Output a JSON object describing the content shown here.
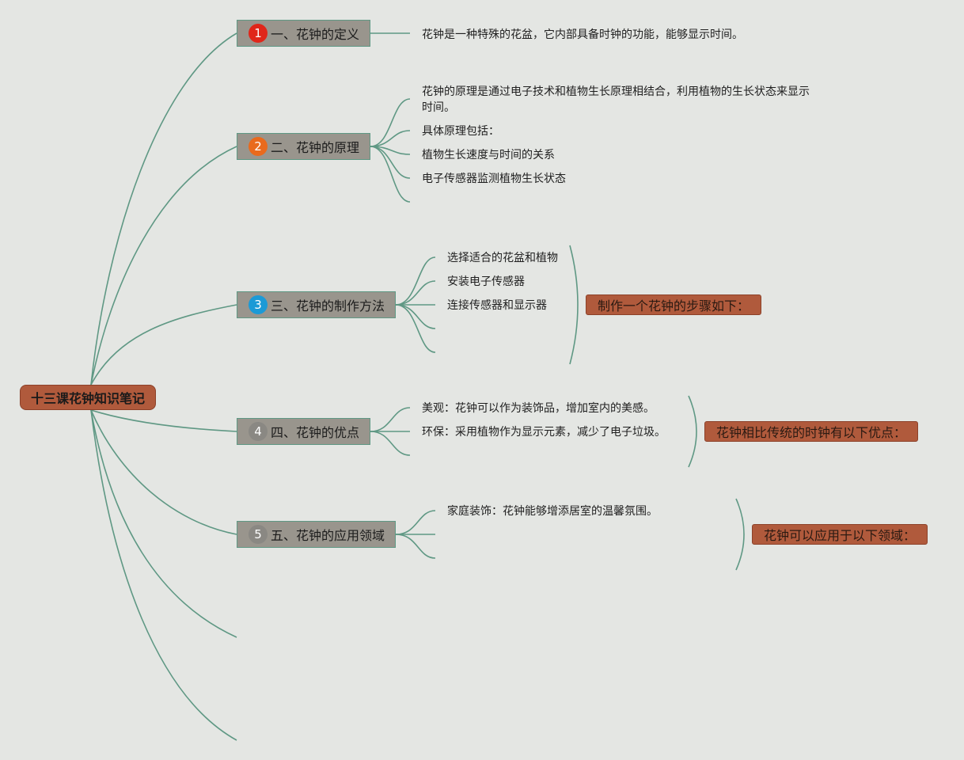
{
  "root": {
    "label": "十三课花钟知识笔记"
  },
  "topics": [
    {
      "number": "1",
      "number_color": "#e0261a",
      "label": "一、花钟的定义",
      "leaves": [
        "花钟是一种特殊的花盆，它内部具备时钟的功能，能够显示时间。"
      ]
    },
    {
      "number": "2",
      "number_color": "#e96a1d",
      "label": "二、花钟的原理",
      "leaves": [
        "花钟的原理是通过电子技术和植物生长原理相结合，利用植物的生长状态来显示",
        "时间。",
        "具体原理包括：",
        "植物生长速度与时间的关系",
        "电子传感器监测植物生长状态"
      ]
    },
    {
      "number": "3",
      "number_color": "#1c9ad6",
      "label": "三、花钟的制作方法",
      "leaves": [
        "选择适合的花盆和植物",
        "安装电子传感器",
        "连接传感器和显示器"
      ],
      "summary": "制作一个花钟的步骤如下："
    },
    {
      "number": "4",
      "number_color": "#8a8883",
      "label": "四、花钟的优点",
      "leaves": [
        "美观：花钟可以作为装饰品，增加室内的美感。",
        "环保：采用植物作为显示元素，减少了电子垃圾。"
      ],
      "summary": "花钟相比传统的时钟有以下优点："
    },
    {
      "number": "5",
      "number_color": "#8a8883",
      "label": "五、花钟的应用领域",
      "leaves": [
        "家庭装饰：花钟能够增添居室的温馨氛围。"
      ],
      "summary": "花钟可以应用于以下领域："
    }
  ]
}
